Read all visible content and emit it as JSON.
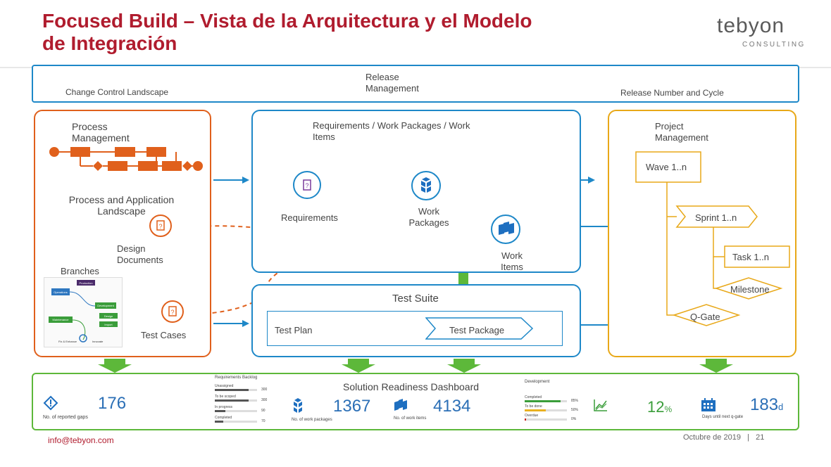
{
  "header": {
    "title_line1": "Focused Build – Vista de la Arquitectura y el Modelo",
    "title_line2": "de Integración",
    "logo_word": "tebyon",
    "logo_sub": "CONSULTING"
  },
  "release_bar": {
    "left": "Change Control Landscape",
    "center_line1": "Release",
    "center_line2": "Management",
    "right": "Release Number and Cycle"
  },
  "process_panel": {
    "title_line1": "Process",
    "title_line2": "Management",
    "landscape_line1": "Process and Application",
    "landscape_line2": "Landscape",
    "design_line1": "Design",
    "design_line2": "Documents",
    "branches": "Branches",
    "test_cases": "Test Cases",
    "branch_labels": [
      "Production",
      "Operations",
      "Development",
      "Maintenance",
      "Design",
      "Import",
      "Fix & Enhance",
      "Innovate"
    ]
  },
  "requirements_panel": {
    "title_line1": "Requirements / Work Packages / Work",
    "title_line2": "Items",
    "requirements": "Requirements",
    "work_packages_line1": "Work",
    "work_packages_line2": "Packages",
    "work_items_line1": "Work",
    "work_items_line2": "Items"
  },
  "test_suite": {
    "title": "Test Suite",
    "test_plan": "Test Plan",
    "test_package": "Test Package"
  },
  "project_panel": {
    "title_line1": "Project",
    "title_line2": "Management",
    "wave": "Wave 1..n",
    "sprint": "Sprint 1..n",
    "task": "Task 1..n",
    "milestone": "Milestone",
    "qgate": "Q-Gate"
  },
  "dashboard": {
    "title": "Solution Readiness Dashboard",
    "gaps_value": "176",
    "gaps_label": "No. of reported gaps",
    "backlog_title": "Requirements Backlog",
    "backlog_rows": [
      {
        "label": "Unassigned",
        "value": "300",
        "fill": 0.8
      },
      {
        "label": "To be scoped",
        "value": "300",
        "fill": 0.8
      },
      {
        "label": "In progress",
        "value": "90",
        "fill": 0.25
      },
      {
        "label": "Completed",
        "value": "70",
        "fill": 0.2
      }
    ],
    "wp_value": "1367",
    "wp_label": "No. of work packages",
    "wi_value": "4134",
    "wi_label": "No. of work items",
    "dev_title": "Development",
    "dev_rows": [
      {
        "label": "Completed",
        "value": "85%",
        "fill": 0.85,
        "color": "#3a9d3a"
      },
      {
        "label": "To be done",
        "value": "50%",
        "fill": 0.5,
        "color": "#e8b020"
      },
      {
        "label": "Overdue",
        "value": "0%",
        "fill": 0.03,
        "color": "#c8201e"
      }
    ],
    "percent_value": "12",
    "percent_unit": "%",
    "days_value": "183",
    "days_unit": "d",
    "days_label": "Days until next q-gate"
  },
  "footer": {
    "email": "info@tebyon.com",
    "date_page": "Octubre de 2019   |   21"
  },
  "colors": {
    "title_red": "#b01c2e",
    "blue": "#1e88c8",
    "orange": "#e0601c",
    "gold": "#e8a818",
    "green": "#5db83a"
  }
}
